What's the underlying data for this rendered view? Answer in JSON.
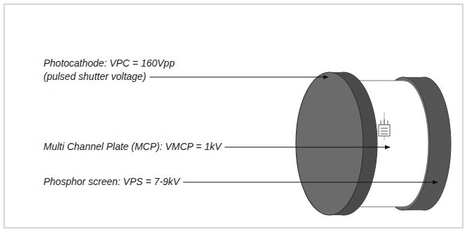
{
  "diagram": {
    "labels": [
      "Photocathode: VPC = 160Vpp (pulsed shutter voltage)",
      "Multi Channel Plate (MCP): VMCP = 1kV",
      "Phosphor screen: VPS = 7-9kV"
    ]
  }
}
